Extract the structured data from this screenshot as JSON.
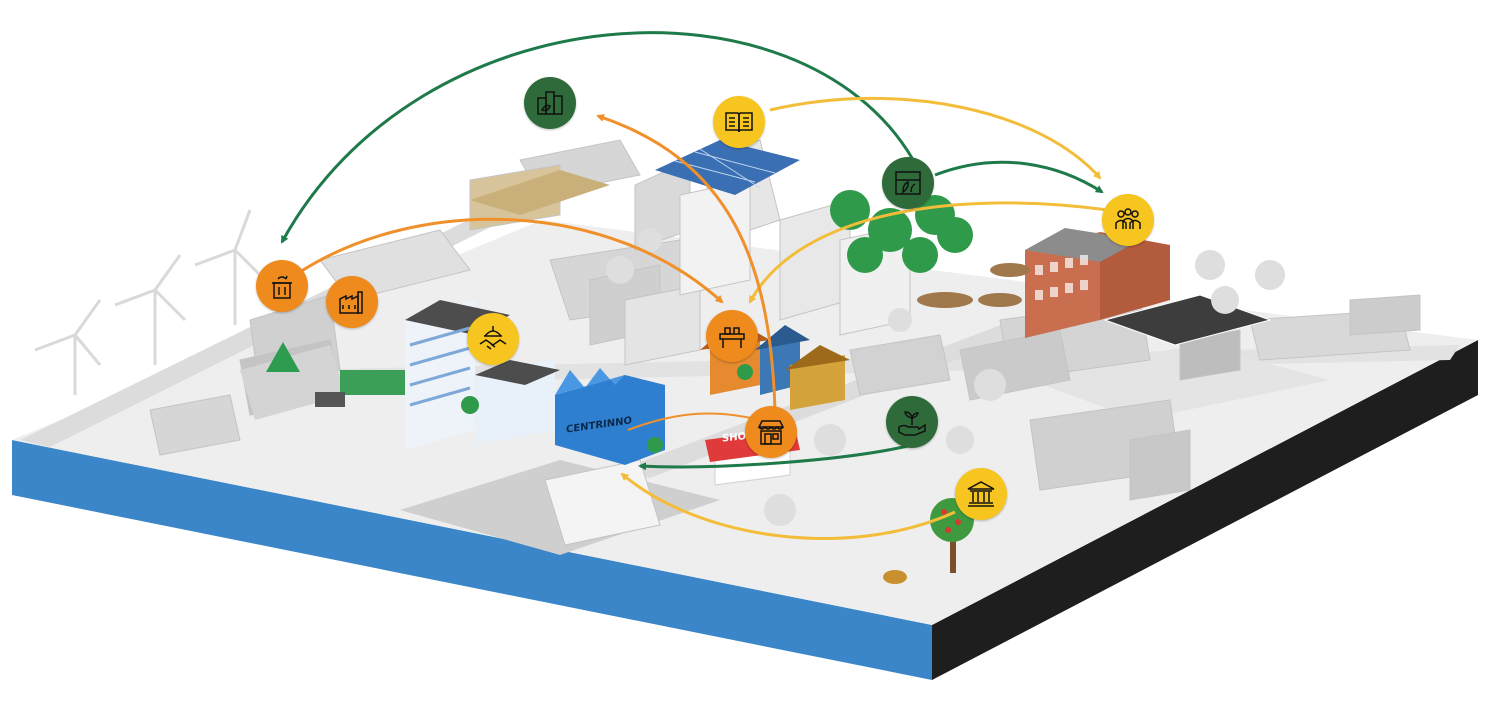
{
  "labels": {
    "centrinno": "CENTRINNO",
    "shop": "SHOP"
  },
  "colors": {
    "green_hub": "#2f6b3a",
    "orange_hub": "#ef8a1c",
    "yellow_hub": "#f6c51f",
    "green_arrow": "#1f7a4a",
    "orange_arrow": "#f0902a",
    "yellow_arrow": "#f3bd3a",
    "base_blue": "#3b86c8",
    "base_black": "#1e1e1e",
    "ground": "#eeeeee",
    "road": "#d9d9d9",
    "centrinno_blue": "#2f7fd0"
  },
  "hubs": [
    {
      "id": "urban-farm",
      "color": "green",
      "icon": "urban-farm-icon"
    },
    {
      "id": "library",
      "color": "yellow",
      "icon": "book-icon"
    },
    {
      "id": "greenhouse",
      "color": "green",
      "icon": "greenhouse-icon"
    },
    {
      "id": "community",
      "color": "yellow",
      "icon": "community-people-icon"
    },
    {
      "id": "recycling",
      "color": "orange",
      "icon": "recycling-bin-icon"
    },
    {
      "id": "industry",
      "color": "orange",
      "icon": "factory-icon"
    },
    {
      "id": "partnership",
      "color": "yellow",
      "icon": "handshake-icon"
    },
    {
      "id": "workshop",
      "color": "orange",
      "icon": "workbench-icon"
    },
    {
      "id": "shop",
      "color": "orange",
      "icon": "shop-icon"
    },
    {
      "id": "sprout",
      "color": "green",
      "icon": "sprout-hand-icon"
    },
    {
      "id": "government",
      "color": "yellow",
      "icon": "government-building-icon"
    }
  ]
}
